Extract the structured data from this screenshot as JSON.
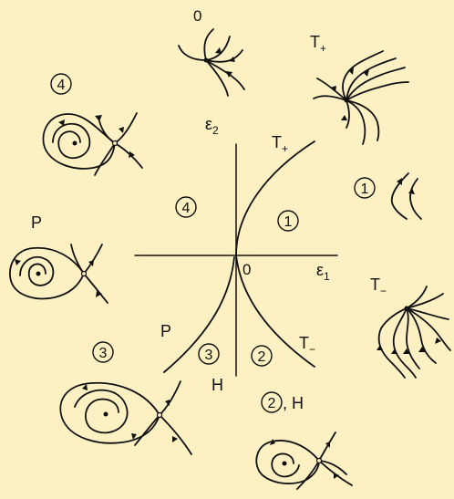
{
  "background_color": "#fdf0c2",
  "ink_color": "#111111",
  "axes": {
    "x_label": "ε",
    "x_sub": "1",
    "y_label": "ε",
    "y_sub": "2",
    "origin_label": "0"
  },
  "curves": {
    "t_plus": {
      "base": "T",
      "sign": "+"
    },
    "t_minus": {
      "base": "T",
      "sign": "−"
    },
    "p": "P",
    "h": "H"
  },
  "regions": {
    "r1": "1",
    "r2": "2",
    "r3": "3",
    "r4": "4"
  },
  "portraits": {
    "zero": {
      "title": "0"
    },
    "t_plus": {
      "base": "T",
      "sign": "+"
    },
    "one": {
      "number": "1"
    },
    "t_minus": {
      "base": "T",
      "sign": "−"
    },
    "two_h": {
      "number": "2",
      "suffix": ", H"
    },
    "three": {
      "number": "3"
    },
    "p": {
      "title": "P"
    },
    "four": {
      "number": "4"
    }
  }
}
